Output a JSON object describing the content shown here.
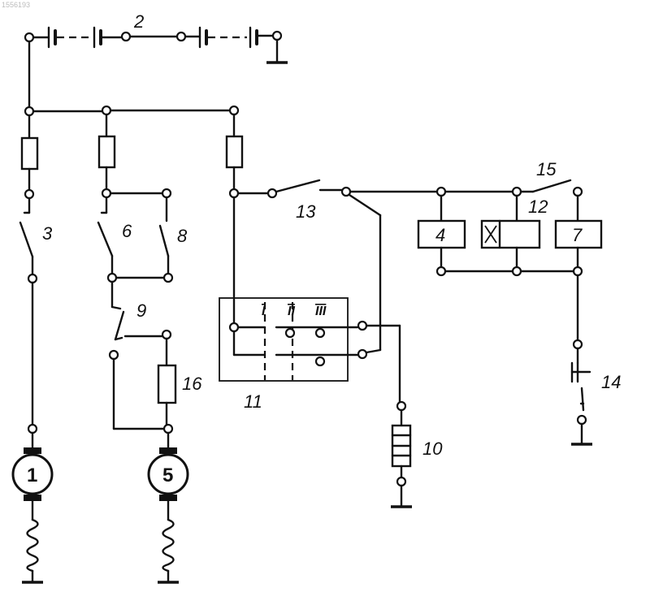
{
  "diagram": {
    "corner_text": "1556193",
    "labels": {
      "battery": "2",
      "switch_3": "3",
      "switch_6": "6",
      "switch_8": "8",
      "switch_9": "9",
      "motor_1": "1",
      "motor_5": "5",
      "switch_11": "11",
      "switch_13": "13",
      "relay_4": "4",
      "relay_12": "12",
      "relay_7": "7",
      "resistor_10": "10",
      "button_14": "14",
      "switch_15": "15",
      "resistor_16": "16"
    },
    "switch_positions": [
      "I",
      "II",
      "III"
    ],
    "colors": {
      "ink": "#111111",
      "paper": "#ffffff"
    }
  }
}
